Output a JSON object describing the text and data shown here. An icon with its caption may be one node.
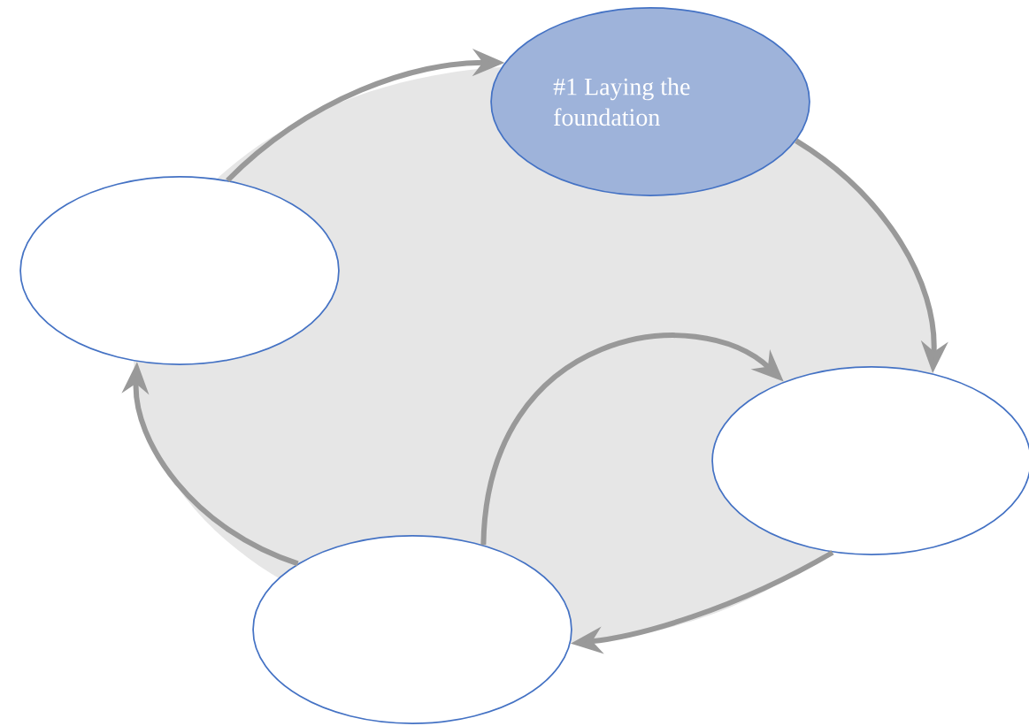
{
  "diagram": {
    "nodes": [
      {
        "text": [
          "#1 Laying the foundation"
        ]
      },
      {
        "text": [],
        "shape": "ellipse"
      },
      {
        "text": [],
        "shape": "ellipse"
      },
      {
        "text": [],
        "shape": "ellipse"
      }
    ],
    "edges": [
      {
        "from": 1,
        "to": 0,
        "arrow": "to"
      },
      {
        "from": 0,
        "to": 2,
        "arrow": "to"
      },
      {
        "from": 2,
        "to": 3,
        "arrow": "to"
      },
      {
        "from": 3,
        "to": 1,
        "arrow": "to"
      },
      {
        "from": 3,
        "to": 2,
        "arrow": "to"
      }
    ]
  }
}
